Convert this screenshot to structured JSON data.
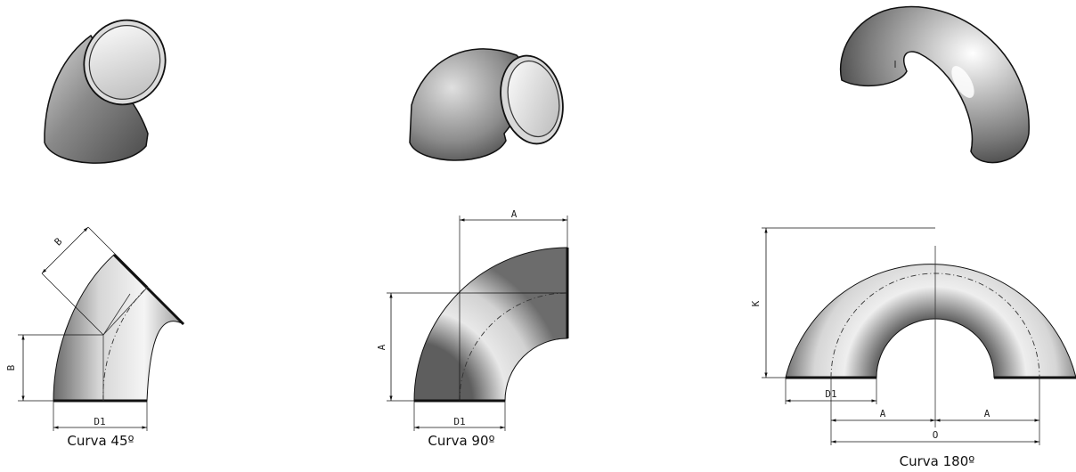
{
  "figures": [
    {
      "id": "45",
      "caption": "Curva 45º",
      "dims": {
        "b1": "B",
        "b2": "B",
        "d1": "D1"
      }
    },
    {
      "id": "90",
      "caption": "Curva 90º",
      "dims": {
        "a1": "A",
        "a2": "A",
        "d1": "D1"
      }
    },
    {
      "id": "180",
      "caption": "Curva 180º",
      "dims": {
        "k": "K",
        "d1": "D1",
        "a1": "A",
        "a2": "A",
        "o": "O"
      }
    }
  ],
  "colors": {
    "metal_dark": "#3a3a3a",
    "metal_mid": "#9a9a9a",
    "metal_light": "#f2f2f2",
    "line": "#111111"
  }
}
